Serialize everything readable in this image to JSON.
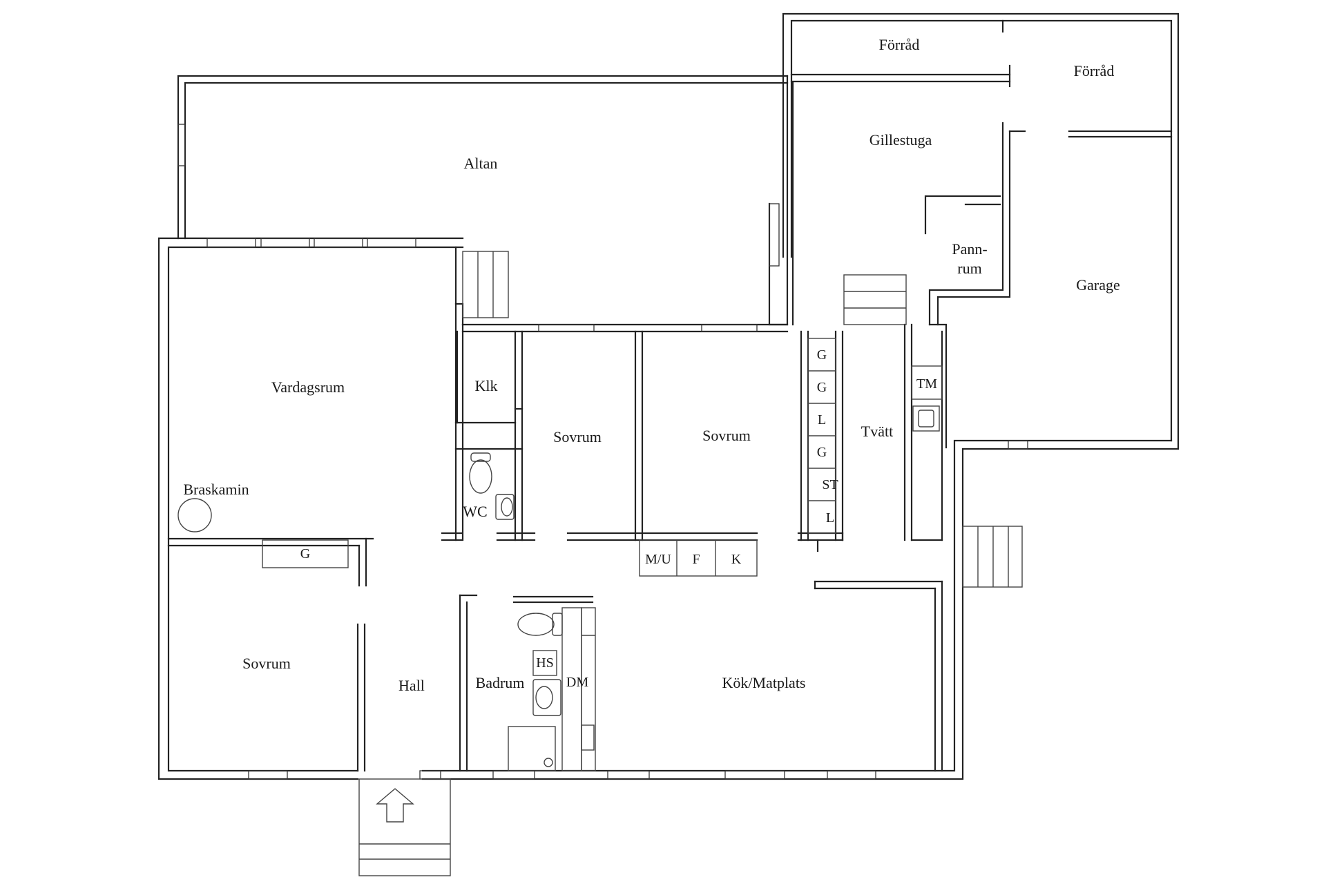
{
  "floor_plan": {
    "rooms": {
      "forrad_1": "Förråd",
      "forrad_2": "Förråd",
      "altan": "Altan",
      "gillestuga": "Gillestuga",
      "pannrum_line1": "Pann-",
      "pannrum_line2": "rum",
      "garage": "Garage",
      "vardagsrum": "Vardagsrum",
      "klk": "Klk",
      "sovrum_1": "Sovrum",
      "sovrum_2": "Sovrum",
      "sovrum_3": "Sovrum",
      "tvatt": "Tvätt",
      "braskamin": "Braskamin",
      "wc": "WC",
      "hall": "Hall",
      "badrum": "Badrum",
      "kok_matplats": "Kök/Matplats"
    },
    "fixtures": {
      "g_1": "G",
      "g_2": "G",
      "l_1": "L",
      "g_3": "G",
      "st": "ST",
      "l_2": "L",
      "tm": "TM",
      "g_hall": "G",
      "mu": "M/U",
      "f": "F",
      "k": "K",
      "hs": "HS",
      "dm": "DM"
    }
  }
}
